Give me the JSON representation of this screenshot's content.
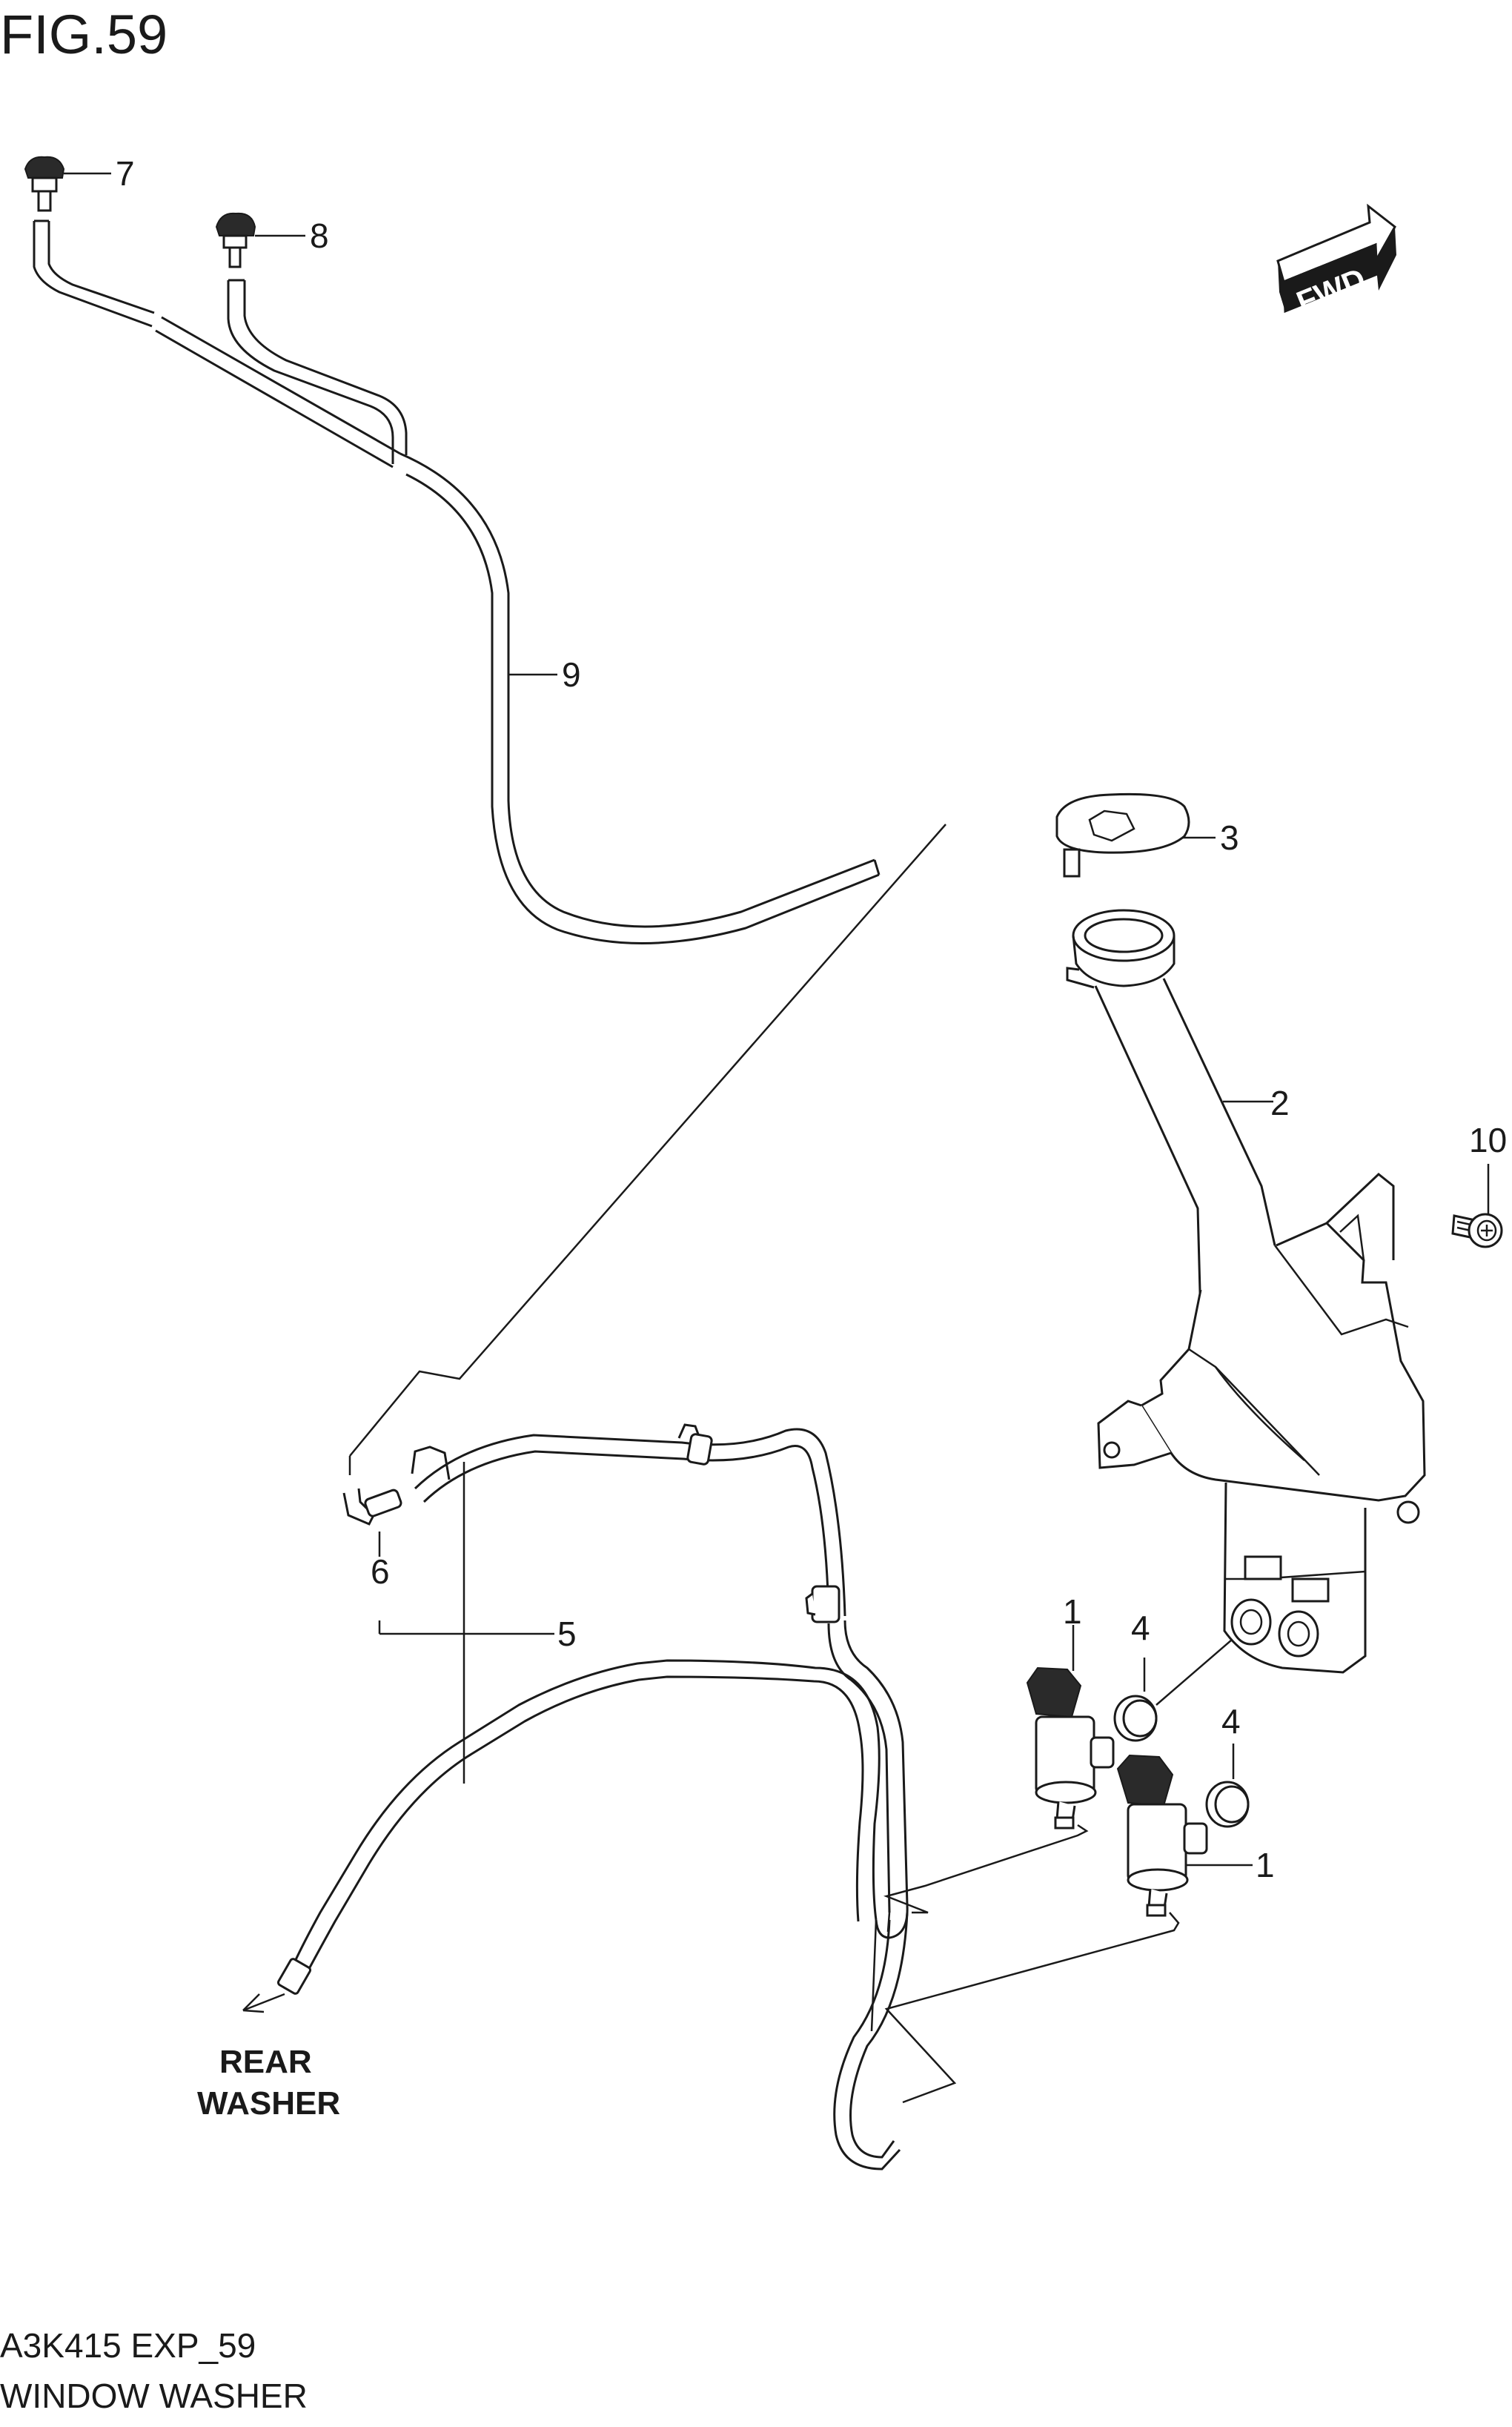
{
  "figure": {
    "title": "FIG.59",
    "code": "A3K415 EXP_59",
    "name": "WINDOW WASHER"
  },
  "direction_marker": {
    "label": "FWD",
    "icon": "fwd-arrow-icon"
  },
  "rear_washer_label": {
    "line1": "REAR",
    "line2": "WASHER"
  },
  "callouts": [
    "7",
    "8",
    "9",
    "3",
    "2",
    "10",
    "6",
    "5",
    "1",
    "4",
    "4",
    "1"
  ],
  "colors": {
    "ink": "#1a1a1a",
    "paper": "#ffffff"
  }
}
